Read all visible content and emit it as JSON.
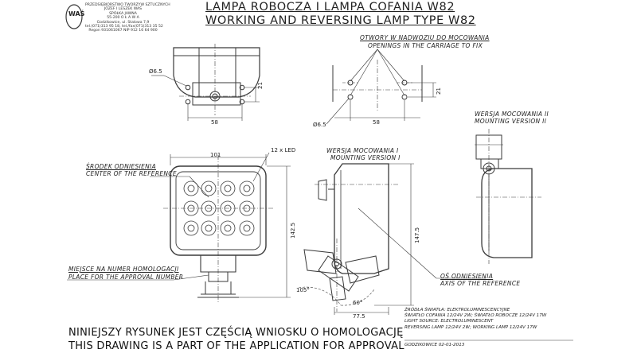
{
  "company": {
    "logo_text": "WAŚ",
    "line1": "PRZEDSIĘBIORSTWO TWORZYW SZTUCZNYCH",
    "line2": "JÓZEF I LESZEK WAŚ",
    "line3": "SPÓŁKA JAWNA",
    "line4": "55-200   O Ł A W A",
    "line5": "Godzikowice, ul. Stalowa 7,9",
    "line6": "tel.(071)313 95 18, tel./fax(071)313 35 52",
    "line7": "Regon 931061067 NIP 912 16 64 900"
  },
  "title": {
    "pl": "LAMPA ROBOCZA I LAMPA COFANIA W82",
    "en": "WORKING AND REVERSING LAMP TYPE W82"
  },
  "labels": {
    "holes_pl": "OTWORY W NADWOZIU DO MOCOWANIA",
    "holes_en": "OPENINGS IN THE CARRIAGE TO FIX",
    "ver2_pl": "WERSJA MOCOWANIA II",
    "ver2_en": "MOUNTING VERSION II",
    "ver1_pl": "WERSJA MOCOWANIA I",
    "ver1_en": "MOUNTING VERSION I",
    "center_pl": "ŚRODEK ODNIESIENIA",
    "center_en": "CENTER OF THE REFERENCE",
    "leds": "12 x LED",
    "approval_pl": "MIEJSCE NA NUMER HOMOLOGACJI",
    "approval_en": "PLACE FOR THE APPROVAL NUMBER",
    "axis_pl": "OŚ ODNIESIENIA",
    "axis_en": "AXIS OF THE REFERENCE"
  },
  "dimensions": {
    "hole_d_left": "Ø6.5",
    "hole_d_right": "Ø6.5",
    "w58_left": "58",
    "h21_left": "21",
    "w58_right": "58",
    "h21_right": "21",
    "w101": "101",
    "h142_front": "142.5",
    "h147_side": "147.5",
    "angle105": "105°",
    "angle60": "60°",
    "w77": "77.5"
  },
  "notes": {
    "line1": "ŹRÓDŁA ŚWIATŁA: ELEKTROLUMINESCENCYJNE",
    "line2": "ŚWIATŁO COFANIA  12/24V  2W;  ŚWIATŁO ROBOCZE 12/24V 17W",
    "line3": "LIGHT SOURCE: ELECTROLUMINESCENT",
    "line4": "REVERSING LAMP  12/24V  2W; WORKING LAMP  12/24V 17W",
    "place_date": "GODZIKOWICE       02-01-2013"
  },
  "footer": {
    "pl": "NINIEJSZY RYSUNEK JEST CZĘŚCIĄ WNIOSKU O  HOMOLOGACJĘ",
    "en": "THIS DRAWING IS A PART OF THE APPLICATION FOR  APPROVAL"
  }
}
